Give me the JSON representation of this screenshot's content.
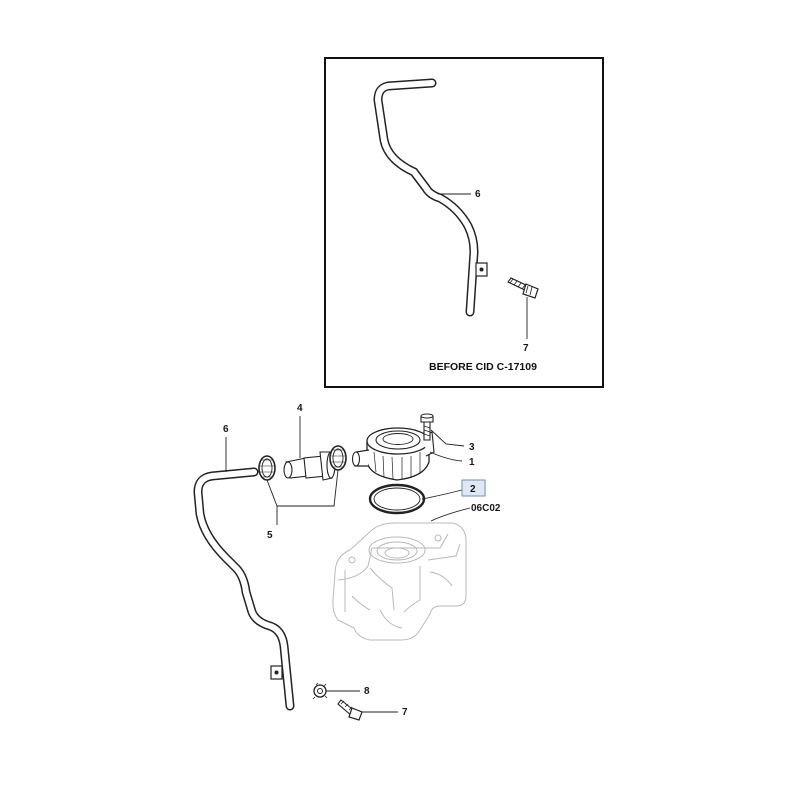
{
  "inset": {
    "caption": "BEFORE CID C-17109",
    "labels": {
      "hose": "6",
      "bolt": "7"
    }
  },
  "main": {
    "labels": {
      "cover": "1",
      "seal": "2",
      "screw": "3",
      "elbow": "4",
      "clamps": "5",
      "hose": "6",
      "bolt": "7",
      "washer": "8",
      "reference": "06C02"
    }
  },
  "colors": {
    "line": "#222222",
    "ghost_part": "#b9b9b9",
    "highlight_box_fill": "#dfe8f3",
    "highlight_box_stroke": "#6f8fb5"
  }
}
